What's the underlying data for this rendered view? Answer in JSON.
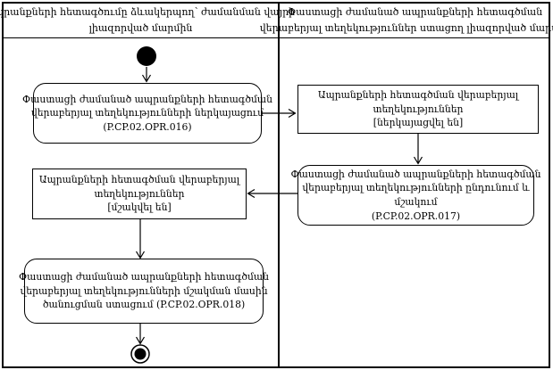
{
  "colors": {
    "line": "#000000",
    "background": "#ffffff",
    "text": "#000000"
  },
  "lanes": {
    "left": {
      "header_lines": [
        "Ապրանքների հետագծումը ձևակերպող՝ ժամանման վայրի",
        "լիազորված մարմին"
      ]
    },
    "right": {
      "header_lines": [
        "Փաստացի ժամանած ապրանքների հետագծման",
        "վերաբերյալ տեղեկություններ ստացող լիազորված մարմին"
      ]
    }
  },
  "nodes": {
    "submit_info": {
      "lines": [
        "Փաստացի ժամանած ապրանքների հետագծման",
        "վերաբերյալ տեղեկությունների ներկայացում",
        "(P.CP.02.OPR.016)"
      ]
    },
    "info_submitted": {
      "lines": [
        "Ապրանքների հետագծման վերաբերյալ",
        "տեղեկություններ",
        "[ներկայացվել են]"
      ]
    },
    "receive_and_process": {
      "lines": [
        "Փաստացի ժամանած ապրանքների հետագծման",
        "վերաբերյալ տեղեկությունների ընդունում և",
        "մշակում",
        "(P.CP.02.OPR.017)"
      ]
    },
    "info_processed": {
      "lines": [
        "Ապրանքների հետագծման վերաբերյալ",
        "տեղեկություններ",
        "[մշակվել են]"
      ]
    },
    "receive_notification": {
      "lines": [
        "Փաստացի ժամանած ապրանքների հետագծման",
        "վերաբերյալ տեղեկությունների մշակման մասին",
        "ծանուցման ստացում (P.CP.02.OPR.018)"
      ]
    }
  }
}
